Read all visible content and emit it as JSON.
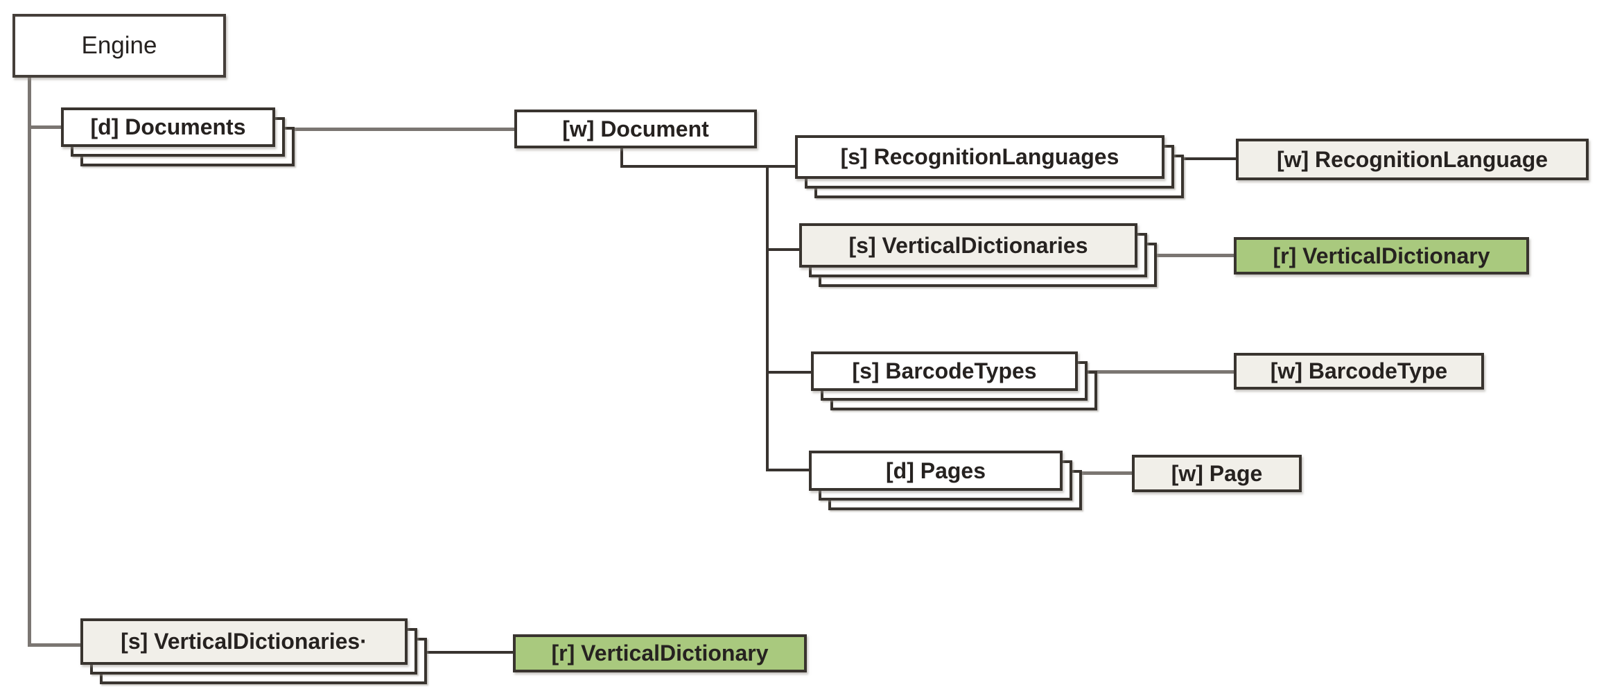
{
  "diagram": {
    "title": "Engine object model tree",
    "nodes": {
      "engine": {
        "label": "Engine",
        "type": "root"
      },
      "documents": {
        "label": "[d] Documents",
        "type": "collection"
      },
      "document": {
        "label": "[w] Document",
        "type": "item"
      },
      "recognitionLanguages": {
        "label": "[s] RecognitionLanguages",
        "type": "collection"
      },
      "recognitionLanguage": {
        "label": "[w] RecognitionLanguage",
        "type": "item"
      },
      "verticalDictionaries1": {
        "label": "[s] VerticalDictionaries",
        "type": "collection"
      },
      "verticalDictionary1": {
        "label": "[r] VerticalDictionary",
        "type": "reference"
      },
      "barcodeTypes": {
        "label": "[s] BarcodeTypes",
        "type": "collection"
      },
      "barcodeType": {
        "label": "[w] BarcodeType",
        "type": "item"
      },
      "pages": {
        "label": "[d] Pages",
        "type": "collection"
      },
      "page": {
        "label": "[w] Page",
        "type": "item"
      },
      "verticalDictionaries2": {
        "label": "[s] VerticalDictionaries·",
        "type": "collection"
      },
      "verticalDictionary2": {
        "label": "[r] VerticalDictionary",
        "type": "reference"
      }
    },
    "colors": {
      "collection_fill": "#ffffff",
      "item_fill": "#f1efe9",
      "reference_fill": "#a9c97e",
      "box_border": "#39342f",
      "connector_gray": "#7b7672",
      "connector_dark": "#38332f"
    }
  }
}
